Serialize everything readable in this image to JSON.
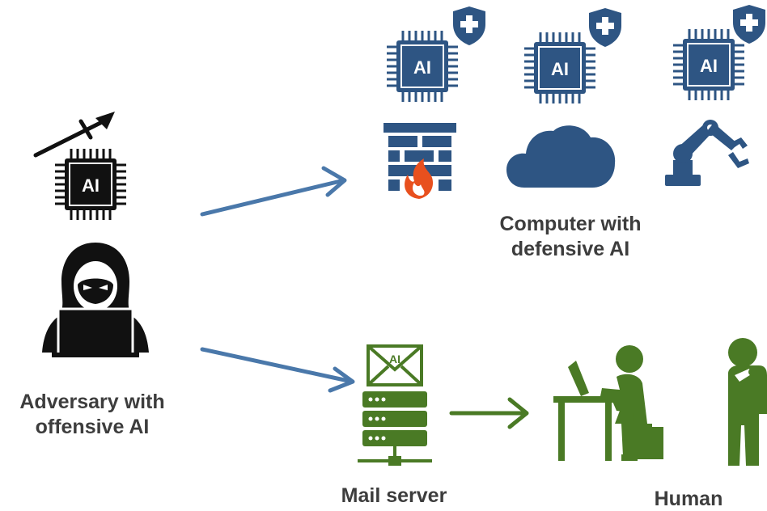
{
  "labels": {
    "adversary": "Adversary with\noffensive AI",
    "computer": "Computer with\ndefensive AI",
    "mail_server": "Mail server",
    "human": "Human"
  },
  "chip_text": "AI",
  "envelope_text": "AI",
  "colors": {
    "blue": "#2e5583",
    "arrow_blue": "#4a78aa",
    "green": "#4a7a25",
    "black": "#111111",
    "flame": "#e8501e",
    "caption": "#3d3d3d"
  },
  "icons": {
    "attacker_weapon": "spear-icon",
    "attacker_chip": "ai-chip-icon",
    "attacker_person": "hooded-hacker-icon",
    "defense_chips": [
      "ai-chip-icon",
      "ai-chip-icon",
      "ai-chip-icon"
    ],
    "defense_shields": [
      "shield-plus-icon",
      "shield-plus-icon",
      "shield-plus-icon"
    ],
    "defense_targets": [
      "firewall-icon",
      "cloud-icon",
      "robot-arm-icon"
    ],
    "mail": [
      "ai-envelope-icon",
      "server-rack-icon"
    ],
    "humans": [
      "person-at-laptop-icon",
      "thinking-person-icon"
    ]
  }
}
